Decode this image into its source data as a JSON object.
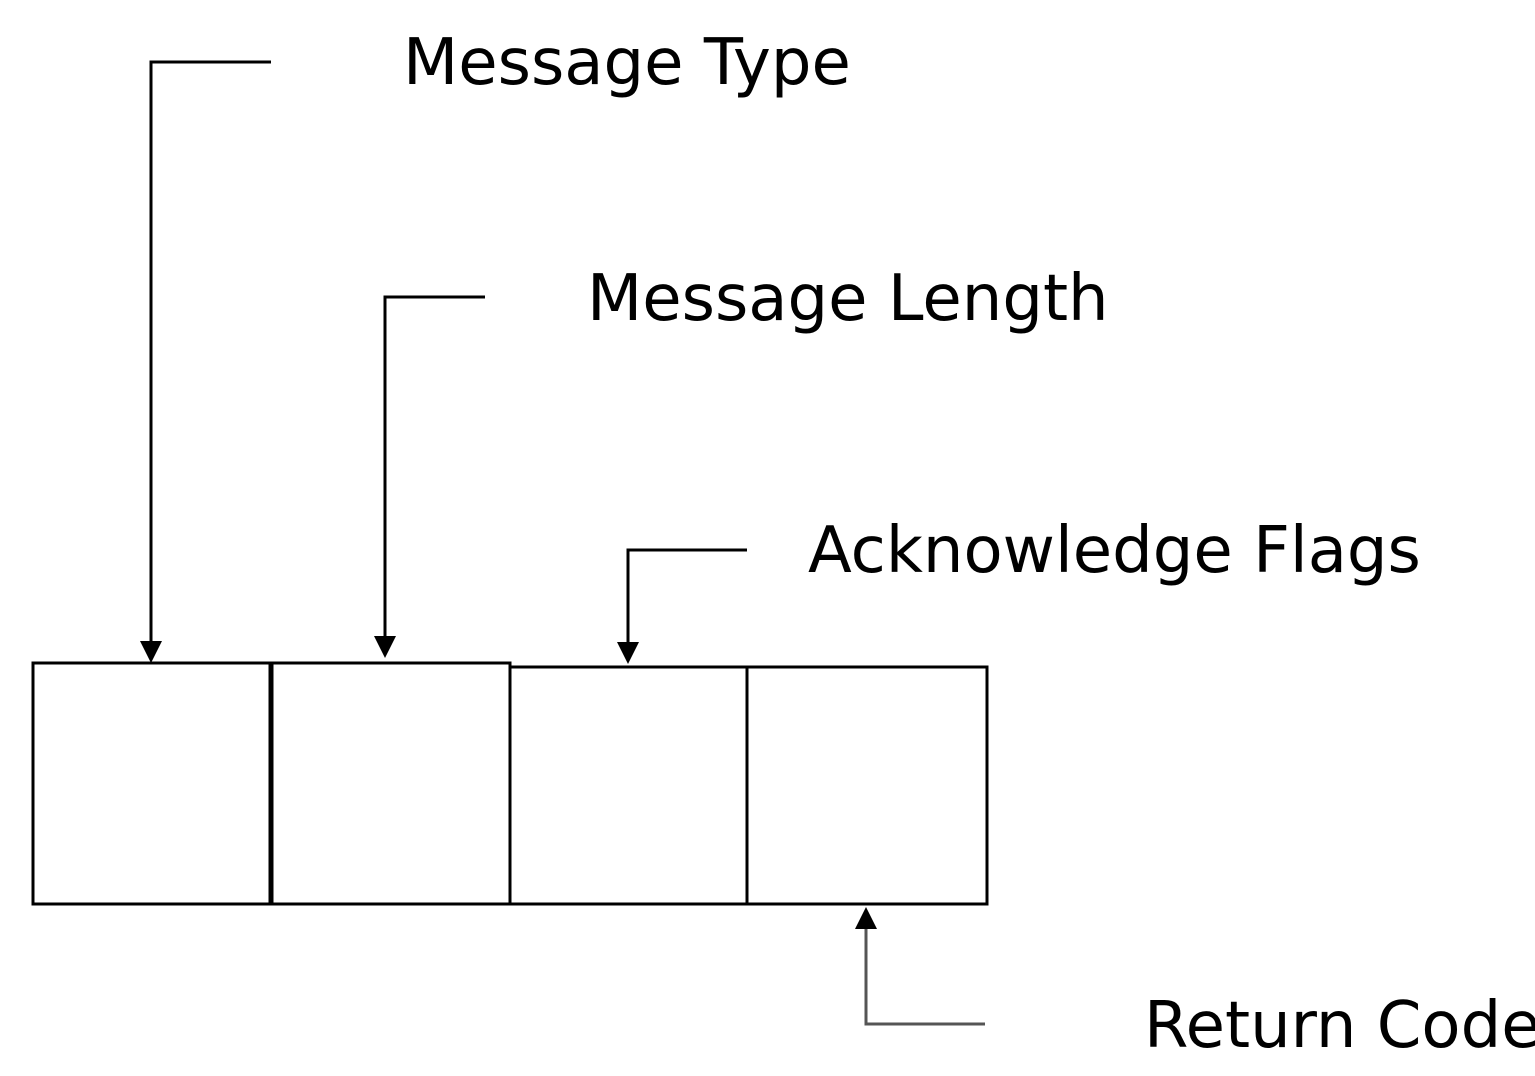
{
  "diagram": {
    "fields": [
      {
        "id": "message-type",
        "label": "Message Type"
      },
      {
        "id": "message-length",
        "label": "Message Length"
      },
      {
        "id": "acknowledge-flags",
        "label": "Acknowledge Flags"
      },
      {
        "id": "return-code",
        "label": "Return Code"
      }
    ],
    "colors": {
      "line": "#000000",
      "return_line": "#555555",
      "background": "#ffffff"
    }
  }
}
